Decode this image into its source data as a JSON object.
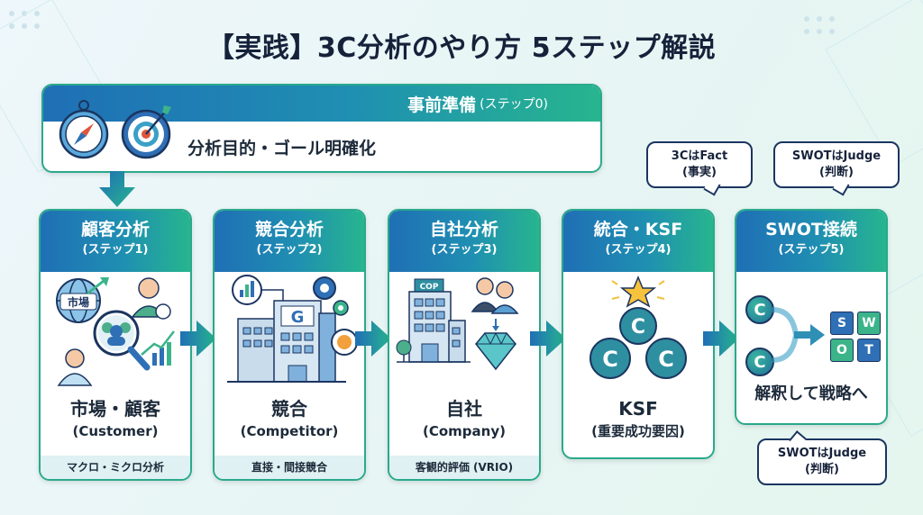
{
  "title": "【実践】3C分析のやり方 5ステップ解説",
  "colors": {
    "header_gradient_start": "#1f6fb5",
    "header_gradient_end": "#27b58e",
    "card_border": "#2aa98c",
    "footer_bg": "#dff1f2",
    "bubble_border": "#1b3560",
    "title_text": "#16223a"
  },
  "prep": {
    "heading": "事前準備",
    "step_label": "(ステップ0)",
    "body": "分析目的・ゴール明確化",
    "icons": [
      "compass-icon",
      "target-icon"
    ]
  },
  "steps": [
    {
      "heading": "顧客分析",
      "step_label": "(ステップ1)",
      "illus_label": "市場",
      "main": "市場・顧客",
      "english": "(Customer)",
      "footer": "マクロ・ミクロ分析",
      "icon": "market-customer-icon"
    },
    {
      "heading": "競合分析",
      "step_label": "(ステップ2)",
      "illus_label": "G",
      "main": "競合",
      "english": "(Competitor)",
      "footer": "直接・間接競合",
      "icon": "competitor-building-icon"
    },
    {
      "heading": "自社分析",
      "step_label": "(ステップ3)",
      "illus_label": "COP",
      "main": "自社",
      "english": "(Company)",
      "footer": "客観的評価 (VRIO)",
      "icon": "company-diamond-icon"
    },
    {
      "heading": "統合・KSF",
      "step_label": "(ステップ4)",
      "illus_label": "C",
      "main": "KSF",
      "english": "(重要成功要因)",
      "icon": "gears-star-icon"
    },
    {
      "heading": "SWOT接続",
      "step_label": "(ステップ5)",
      "illus_label": "C",
      "main": "解釈して戦略へ",
      "swot": [
        "S",
        "W",
        "O",
        "T"
      ],
      "icon": "swot-matrix-icon"
    }
  ],
  "bubbles": [
    {
      "line1": "3CはFact",
      "line2": "(事実)"
    },
    {
      "line1": "SWOTはJudge",
      "line2": "(判断)"
    },
    {
      "line1": "SWOTはJudge",
      "line2": "(判断)"
    }
  ]
}
